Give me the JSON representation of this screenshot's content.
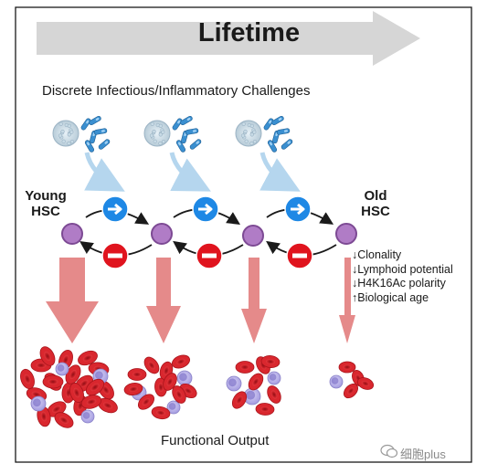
{
  "diagram": {
    "lifetime_label": "Lifetime",
    "challenges_label": "Discrete Infectious/Inflammatory Challenges",
    "young_label_line1": "Young",
    "young_label_line2": "HSC",
    "old_label_line1": "Old",
    "old_label_line2": "HSC",
    "changes": [
      {
        "arrow": "↓",
        "text": "Clonality"
      },
      {
        "arrow": "↓",
        "text": "Lymphoid potential"
      },
      {
        "arrow": "↓",
        "text": "H4K16Ac polarity"
      },
      {
        "arrow": "↑",
        "text": "Biological age"
      }
    ],
    "output_label": "Functional Output",
    "watermark": "细胞plus",
    "colors": {
      "lifetime_arrow": "#d6d6d6",
      "hsc_cell": "#b07cc6",
      "activate_badge": "#1e88e5",
      "inhibit_badge": "#e0141e",
      "output_arrow": "#e58a8a",
      "red_blood_cell": "#d9272e",
      "immune_cell": "#a9a2df",
      "pathogen_arrow": "#b5d6ee"
    },
    "icons": [
      "pathogen-cluster-icon",
      "bacteria-icon",
      "activation-badge-icon",
      "inhibition-badge-icon",
      "wechat-icon"
    ]
  }
}
